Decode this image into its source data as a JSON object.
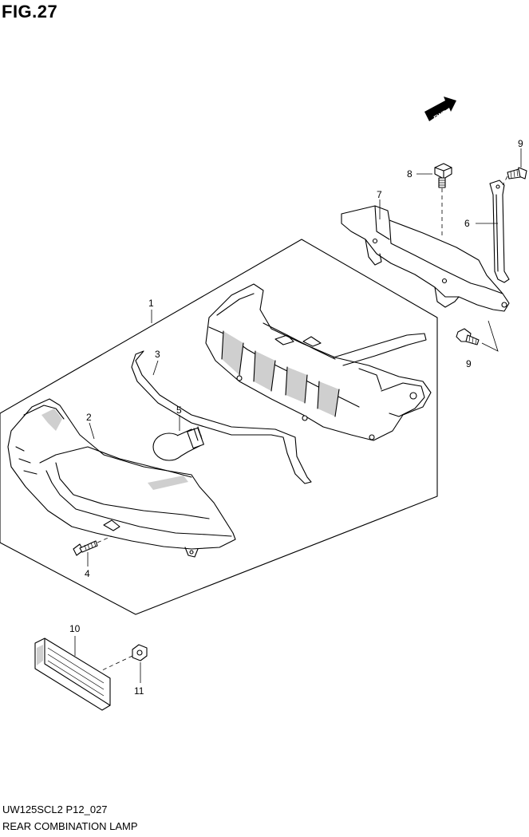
{
  "figure": {
    "title": "FIG.27",
    "model_code": "UW125SCL2 P12_027",
    "assembly_name": "REAR COMBINATION LAMP",
    "fwd_label": "FWD"
  },
  "callouts": {
    "c1": "1",
    "c2": "2",
    "c3": "3",
    "c4": "4",
    "c5": "5",
    "c6": "6",
    "c7": "7",
    "c8": "8",
    "c9a": "9",
    "c9b": "9",
    "c10": "10",
    "c11": "11"
  }
}
